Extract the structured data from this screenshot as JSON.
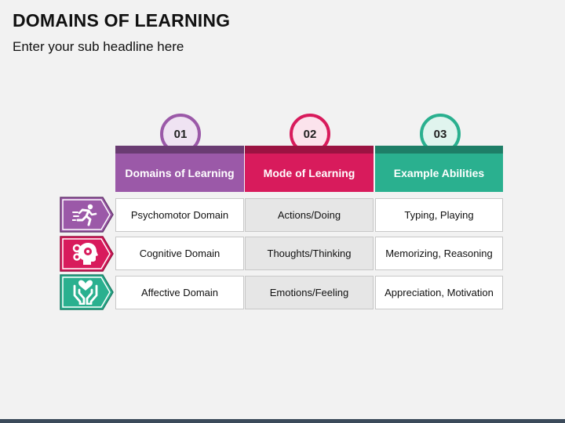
{
  "title": "DOMAINS OF LEARNING",
  "subtitle": "Enter your sub headline here",
  "columns": [
    {
      "number": "01",
      "header": "Domains of Learning",
      "color": "#9b59a8",
      "dark": "#6a3c72",
      "ring": "#9b59a8",
      "fill": "#efe3f2"
    },
    {
      "number": "02",
      "header": "Mode of Learning",
      "color": "#d81b5c",
      "dark": "#9b1342",
      "ring": "#d81b5c",
      "fill": "#fbe3ec"
    },
    {
      "number": "03",
      "header": "Example Abilities",
      "color": "#2ab08f",
      "dark": "#1e7e67",
      "ring": "#2ab08f",
      "fill": "#e0f4ee"
    }
  ],
  "rows": [
    {
      "icon": "running-person-icon",
      "color": "#9b59a8",
      "cells": [
        "Psychomotor Domain",
        "Actions/Doing",
        "Typing, Playing"
      ]
    },
    {
      "icon": "brain-gears-head-icon",
      "color": "#d81b5c",
      "cells": [
        "Cognitive Domain",
        "Thoughts/Thinking",
        "Memorizing, Reasoning"
      ]
    },
    {
      "icon": "hands-heart-icon",
      "color": "#2ab08f",
      "cells": [
        "Affective Domain",
        "Emotions/Feeling",
        "Appreciation, Motivation"
      ]
    }
  ]
}
